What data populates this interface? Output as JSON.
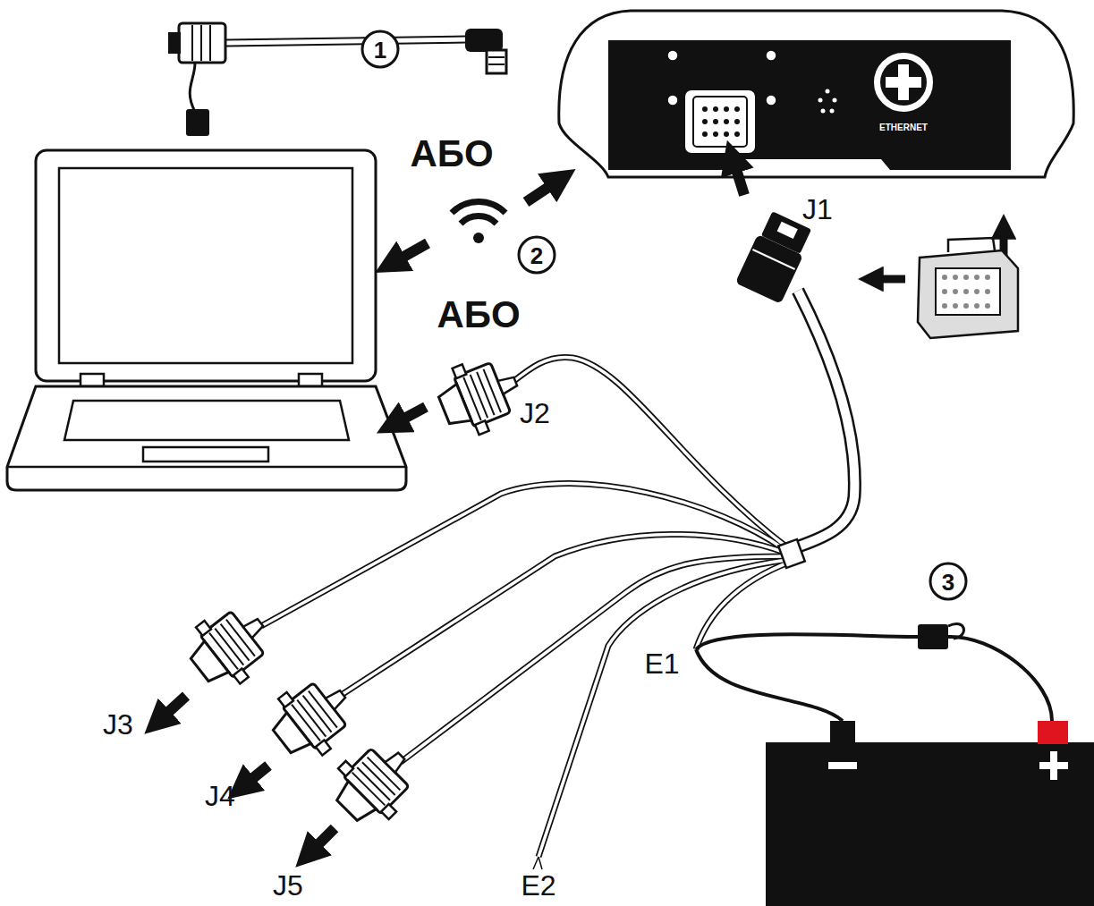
{
  "diagram": {
    "labels": [
      "1",
      "АБО",
      "2",
      "АБО",
      "J1",
      "J2",
      "J3",
      "J4",
      "J5",
      "E1",
      "E2",
      "3",
      "ETHERNET"
    ]
  }
}
